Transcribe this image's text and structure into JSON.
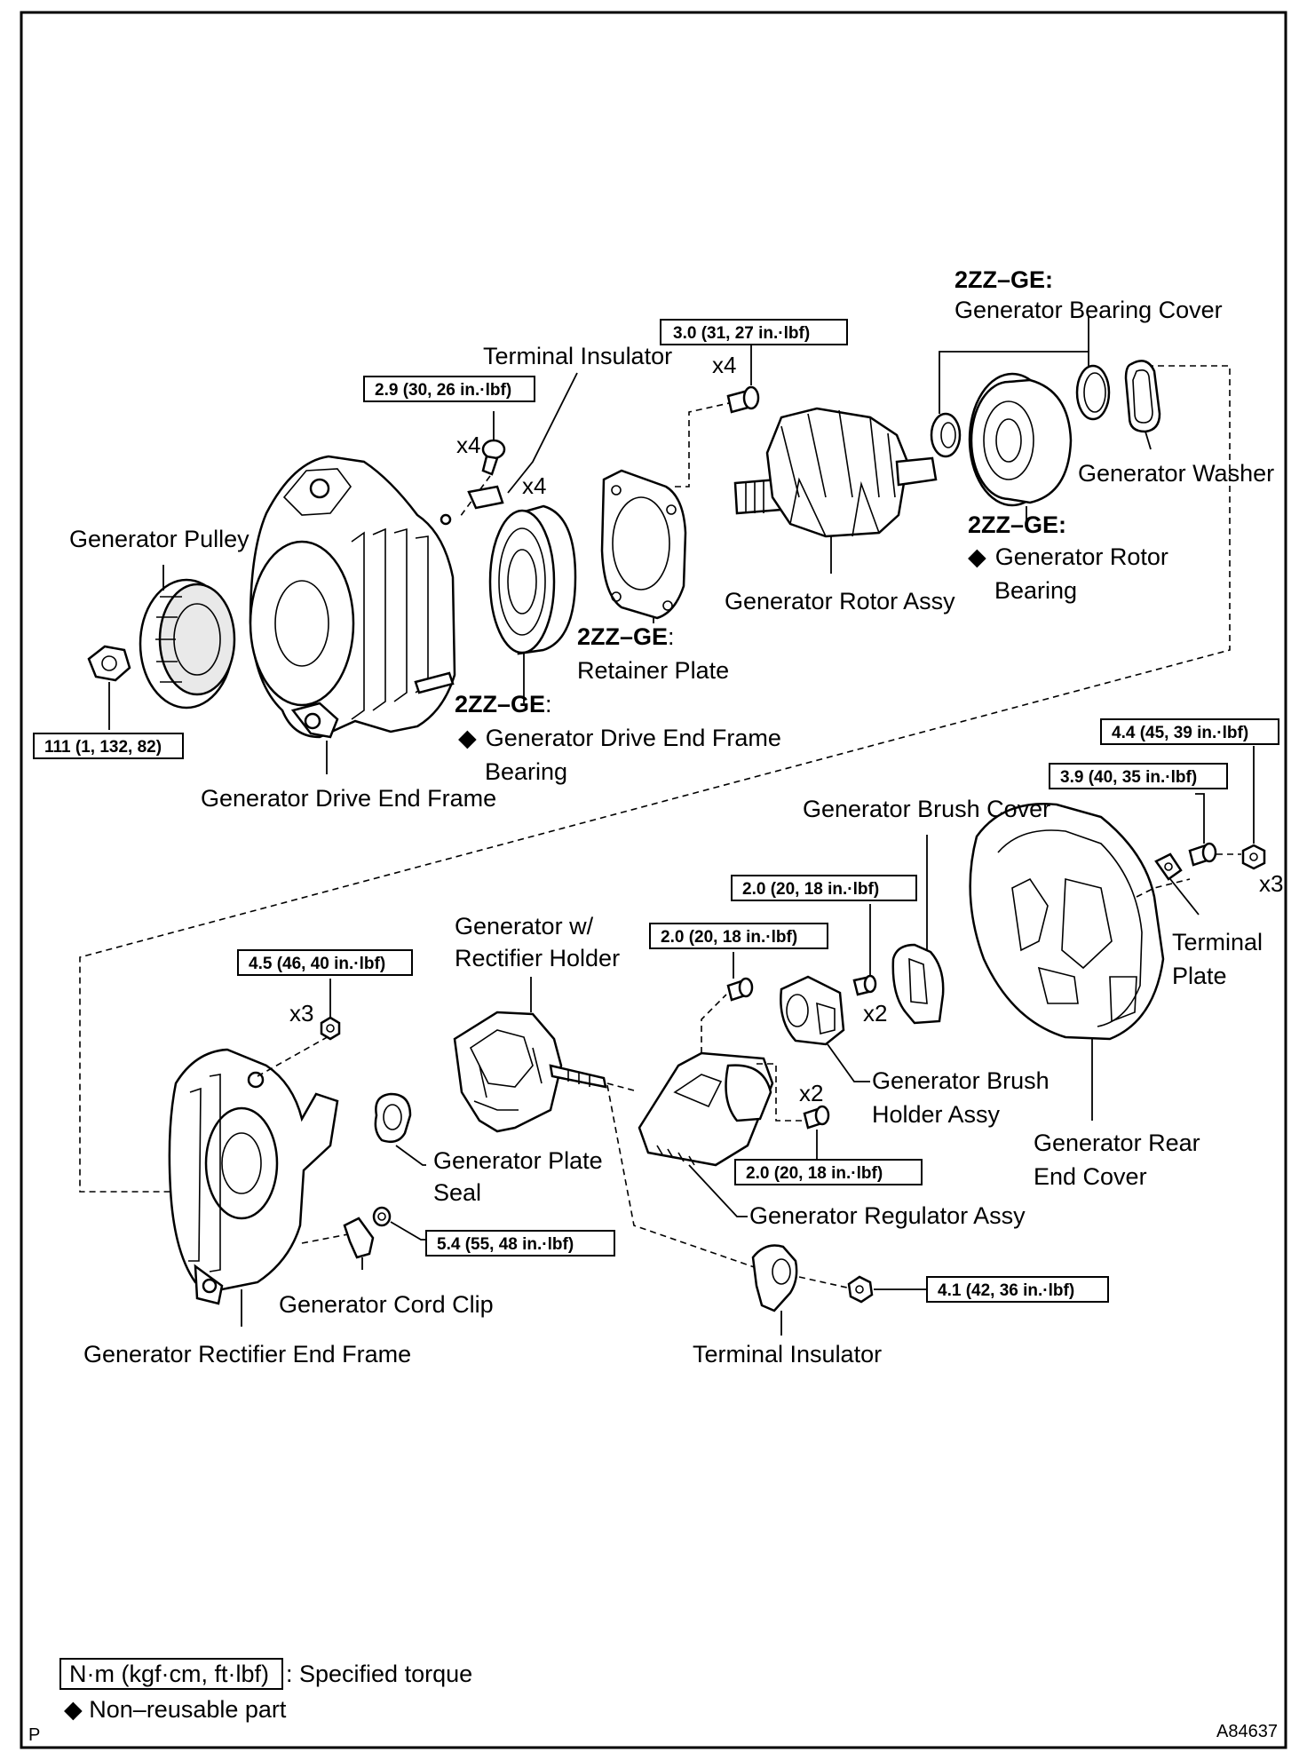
{
  "labels": {
    "engine_bearing_cover": "2ZZ–GE:",
    "bearing_cover": "Generator Bearing Cover",
    "terminal_insulator_top": "Terminal Insulator",
    "generator_washer": "Generator Washer",
    "engine_rotor_bearing": "2ZZ–GE:",
    "rotor_bearing_1": "Generator Rotor",
    "rotor_bearing_2": "Bearing",
    "generator_pulley": "Generator Pulley",
    "rotor_assy": "Generator Rotor Assy",
    "engine_retainer": "2ZZ–GE",
    "engine_retainer_colon": ":",
    "retainer_plate": "Retainer Plate",
    "engine_drive_bearing": "2ZZ–GE",
    "engine_drive_bearing_colon": ":",
    "drive_bearing_1": "Generator Drive End Frame",
    "drive_bearing_2": "Bearing",
    "drive_end_frame": "Generator Drive End Frame",
    "brush_cover": "Generator Brush Cover",
    "terminal_plate_1": "Terminal",
    "terminal_plate_2": "Plate",
    "rectifier_holder_1": "Generator w/",
    "rectifier_holder_2": "Rectifier Holder",
    "brush_holder_1": "Generator Brush",
    "brush_holder_2": "Holder Assy",
    "rear_end_cover_1": "Generator Rear",
    "rear_end_cover_2": "End Cover",
    "plate_seal_1": "Generator Plate",
    "plate_seal_2": "Seal",
    "regulator_assy": "Generator Regulator Assy",
    "cord_clip": "Generator Cord Clip",
    "rectifier_end_frame": "Generator Rectifier End Frame",
    "terminal_insulator_bottom": "Terminal Insulator"
  },
  "quantities": {
    "q1": "x4",
    "q2": "x4",
    "q3": "x4",
    "q4": "x3",
    "q5": "x3",
    "q6": "x2",
    "q7": "x2"
  },
  "torques": {
    "t_bolt_top": "3.0 (31, 27 in.·lbf)",
    "t_terminal_insul": "2.9 (30, 26 in.·lbf)",
    "t_pulley_nut": "111 (1, 132, 82)",
    "t_rear_nut": "4.4 (45, 39 in.·lbf)",
    "t_rear_bolt": "3.9 (40, 35 in.·lbf)",
    "t_brush_screw": "2.0 (20, 18 in.·lbf)",
    "t_reg_screw_top": "2.0 (20, 18 in.·lbf)",
    "t_rect_nut": "4.5 (46, 40 in.·lbf)",
    "t_reg_screw_bottom": "2.0 (20, 18 in.·lbf)",
    "t_cord_clip": "5.4 (55, 48 in.·lbf)",
    "t_terminal_bottom": "4.1 (42, 36 in.·lbf)"
  },
  "legend": {
    "torque_unit": "N·m (kgf·cm, ft·lbf)",
    "torque_desc": ": Specified torque",
    "nonreusable": "◆ Non–reusable part"
  },
  "corner": {
    "left": "P",
    "right": "A84637"
  },
  "symbols": {
    "diamond": "◆"
  }
}
